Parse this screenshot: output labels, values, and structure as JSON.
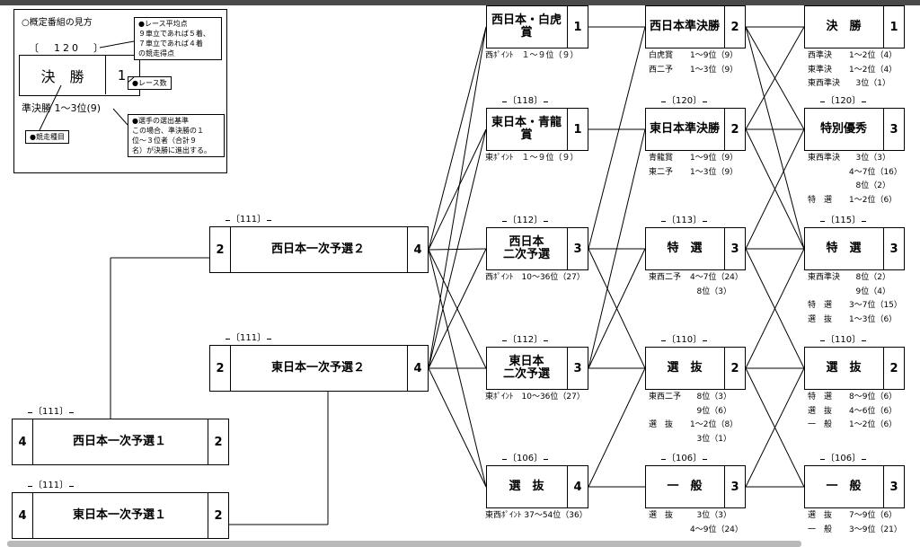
{
  "legend": {
    "title": "○概定番組の見方",
    "average_tag": "120",
    "race_name": "決　勝",
    "race_count": "1",
    "sample_condition": "準決勝 1〜3位(9)",
    "note_average": "●レース平均点\n９車立であれば５着、\n７車立であれば４着\nの競走得点",
    "note_count": "●レース数",
    "note_criteria": "●選手の選出基準\nこの場合、準決勝の１\n位〜３位者（合計９\n名）が決勝に進出する。",
    "note_event": "●競走種目"
  },
  "races": [
    {
      "id": "w1a",
      "tag": "111",
      "name": "西日本一次予選１",
      "first": "4",
      "count": "2",
      "lines": []
    },
    {
      "id": "e1a",
      "tag": "111",
      "name": "東日本一次予選１",
      "first": "4",
      "count": "2",
      "lines": []
    },
    {
      "id": "w1b",
      "tag": "111",
      "name": "西日本一次予選２",
      "first": "2",
      "count": "4",
      "lines": []
    },
    {
      "id": "e1b",
      "tag": "111",
      "name": "東日本一次予選２",
      "first": "2",
      "count": "4",
      "lines": []
    },
    {
      "id": "wbk",
      "tag": "",
      "name": "西日本・白虎賞",
      "count": "1",
      "caption": "西ﾎﾟｲﾝﾄ　１〜９位（９）",
      "lines": []
    },
    {
      "id": "esr",
      "tag": "118",
      "name": "東日本・青龍賞",
      "count": "1",
      "caption": "東ﾎﾟｲﾝﾄ　１〜９位（９）",
      "lines": []
    },
    {
      "id": "w2",
      "tag": "112",
      "name": "西日本\n二次予選",
      "count": "3",
      "caption": "西ﾎﾟｲﾝﾄ　10〜36位（27）",
      "lines": []
    },
    {
      "id": "e2",
      "tag": "112",
      "name": "東日本\n二次予選",
      "count": "3",
      "caption": "東ﾎﾟｲﾝﾄ　10〜36位（27）",
      "lines": []
    },
    {
      "id": "sb1",
      "tag": "106",
      "name": "選　抜",
      "count": "4",
      "caption": "東西ﾎﾟｲﾝﾄ 37〜54位（36）",
      "lines": []
    },
    {
      "id": "wsf",
      "tag": "",
      "name": "西日本準決勝",
      "count": "2",
      "lines": [
        [
          "白虎賞",
          "1〜9位（9）"
        ],
        [
          "西二予",
          "1〜3位（9）"
        ]
      ]
    },
    {
      "id": "esf",
      "tag": "120",
      "name": "東日本準決勝",
      "count": "2",
      "lines": [
        [
          "青龍賞",
          "1〜9位（9）"
        ],
        [
          "東二予",
          "1〜3位（9）"
        ]
      ]
    },
    {
      "id": "tk1",
      "tag": "113",
      "name": "特　選",
      "count": "3",
      "lines": [
        [
          "東西二予",
          "4〜7位（24）"
        ],
        [
          "",
          "8位（3）"
        ]
      ]
    },
    {
      "id": "sb2",
      "tag": "110",
      "name": "選　抜",
      "count": "2",
      "lines": [
        [
          "東西二予",
          "8位（3）"
        ],
        [
          "",
          "9位（6）"
        ],
        [
          "選　抜",
          "1〜2位（8）"
        ],
        [
          "",
          "3位（1）"
        ]
      ]
    },
    {
      "id": "ip1",
      "tag": "106",
      "name": "一　般",
      "count": "3",
      "lines": [
        [
          "選　抜",
          "3位（3）"
        ],
        [
          "",
          "4〜9位（24）"
        ]
      ]
    },
    {
      "id": "fin",
      "tag": "",
      "name": "決　勝",
      "count": "1",
      "lines": [
        [
          "西準決",
          "1〜2位（4）"
        ],
        [
          "東準決",
          "1〜2位（4）"
        ],
        [
          "東西準決",
          "3位（1）"
        ]
      ]
    },
    {
      "id": "tyu",
      "tag": "120",
      "name": "特別優秀",
      "count": "3",
      "lines": [
        [
          "東西準決",
          "3位（3）"
        ],
        [
          "",
          "4〜7位（16）"
        ],
        [
          "",
          "8位（2）"
        ],
        [
          "特　選",
          "1〜2位（6）"
        ]
      ]
    },
    {
      "id": "tk2",
      "tag": "115",
      "name": "特　選",
      "count": "3",
      "lines": [
        [
          "東西準決",
          "8位（2）"
        ],
        [
          "",
          "9位（4）"
        ],
        [
          "特　選",
          "3〜7位（15）"
        ],
        [
          "選　抜",
          "1〜3位（6）"
        ]
      ]
    },
    {
      "id": "sb3",
      "tag": "110",
      "name": "選　抜",
      "count": "2",
      "lines": [
        [
          "特　選",
          "8〜9位（6）"
        ],
        [
          "選　抜",
          "4〜6位（6）"
        ],
        [
          "一　般",
          "1〜2位（6）"
        ]
      ]
    },
    {
      "id": "ip2",
      "tag": "106",
      "name": "一　般",
      "count": "3",
      "lines": [
        [
          "選　抜",
          "7〜9位（6）"
        ],
        [
          "一　般",
          "3〜9位（21）"
        ]
      ]
    }
  ]
}
